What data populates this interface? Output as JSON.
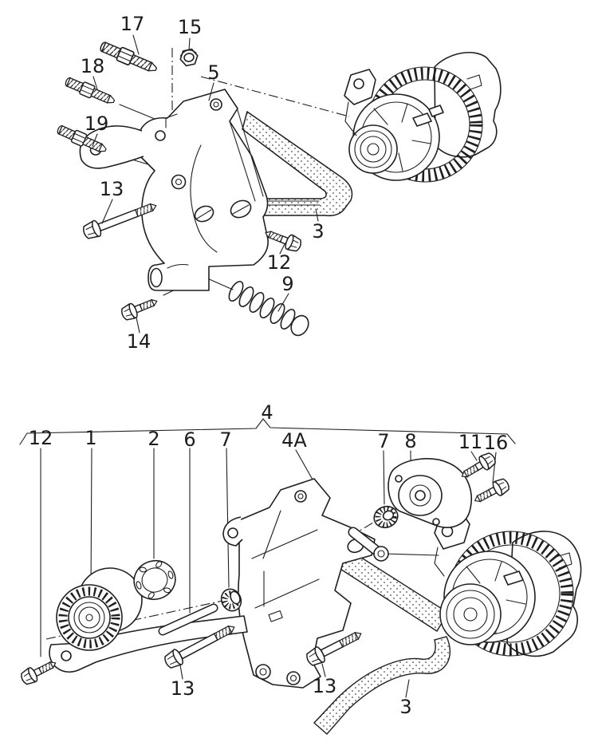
{
  "diagram": {
    "background": "#ffffff",
    "ink": "#1f1f1f",
    "description": "Exploded-view parts diagram: alternator mounting bracket with v-belt (top) and tensioner/bracket group (bottom)",
    "top_assembly": {
      "callouts": [
        {
          "ref": "17",
          "shape": "double-end-stud"
        },
        {
          "ref": "15",
          "shape": "hex-flange-nut"
        },
        {
          "ref": "18",
          "shape": "double-end-stud"
        },
        {
          "ref": "5",
          "shape": "mounting-bracket"
        },
        {
          "ref": "19",
          "shape": "double-end-stud"
        },
        {
          "ref": "13",
          "shape": "hex-bolt-long"
        },
        {
          "ref": "3",
          "shape": "v-belt"
        },
        {
          "ref": "12",
          "shape": "hex-bolt-short"
        },
        {
          "ref": "9",
          "shape": "compression-spring-with-plug"
        },
        {
          "ref": "14",
          "shape": "hex-bolt-short"
        }
      ]
    },
    "bottom_assembly": {
      "group": {
        "ref": "4",
        "shape": "assembly-group-brace"
      },
      "callouts": [
        {
          "ref": "12",
          "shape": "hex-bolt-short"
        },
        {
          "ref": "1",
          "shape": "tensioner-pulley"
        },
        {
          "ref": "2",
          "shape": "retaining-disc"
        },
        {
          "ref": "6",
          "shape": "stud-rod"
        },
        {
          "ref": "7",
          "shape": "bushing"
        },
        {
          "ref": "4A",
          "shape": "mounting-bracket"
        },
        {
          "ref": "7",
          "shape": "bushing"
        },
        {
          "ref": "8",
          "shape": "tensioner-damper"
        },
        {
          "ref": "11",
          "shape": "hex-bolt-short"
        },
        {
          "ref": "16",
          "shape": "hex-bolt-short"
        },
        {
          "ref": "13",
          "shape": "hex-bolt-long"
        },
        {
          "ref": "13",
          "shape": "hex-bolt-long"
        },
        {
          "ref": "3",
          "shape": "ribbed-belt"
        }
      ]
    }
  }
}
